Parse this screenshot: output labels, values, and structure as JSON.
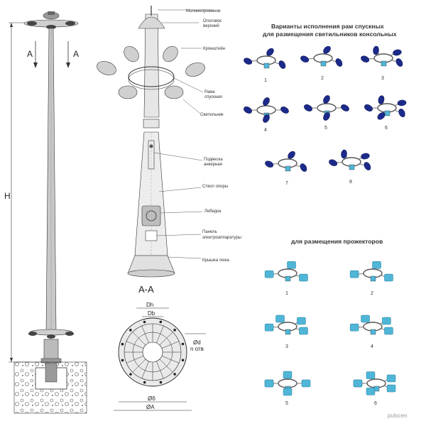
{
  "callouts": {
    "lightning_rod": "Молниеприемник",
    "cap_line1": "Оголовок",
    "cap_line2": "верхний",
    "bracket": "Кронштейн",
    "frame_line1": "Рама",
    "frame_line2": "спускная",
    "luminaire": "Светильник",
    "hanger_line1": "Подвеска",
    "hanger_line2": "анкерная",
    "shaft": "Ствол опоры",
    "winch": "Лебедка",
    "panel_line1": "Панель",
    "panel_line2": "электроаппаратуры",
    "hatch_cover": "Крышка люка"
  },
  "pole": {
    "section_mark": "A",
    "height_mark": "H"
  },
  "section": {
    "title": "A-A",
    "dh": "Dh",
    "db": "Db",
    "d_holes_line1": "Ød",
    "d_holes_line2": "n отв",
    "b": "Øб",
    "a": "ØA"
  },
  "consoles": {
    "title_line1": "Варианты исполнения рам спускных",
    "title_line2": "для размещения светильников консольных",
    "numbers": [
      "1",
      "2",
      "3",
      "4",
      "5",
      "6",
      "7",
      "8"
    ],
    "color": "#1c2a8a"
  },
  "projectors": {
    "title": "для размещения прожекторов",
    "numbers": [
      "1",
      "2",
      "3",
      "4",
      "5",
      "6"
    ],
    "color": "#4fb6d8"
  },
  "watermark": "pulscen"
}
